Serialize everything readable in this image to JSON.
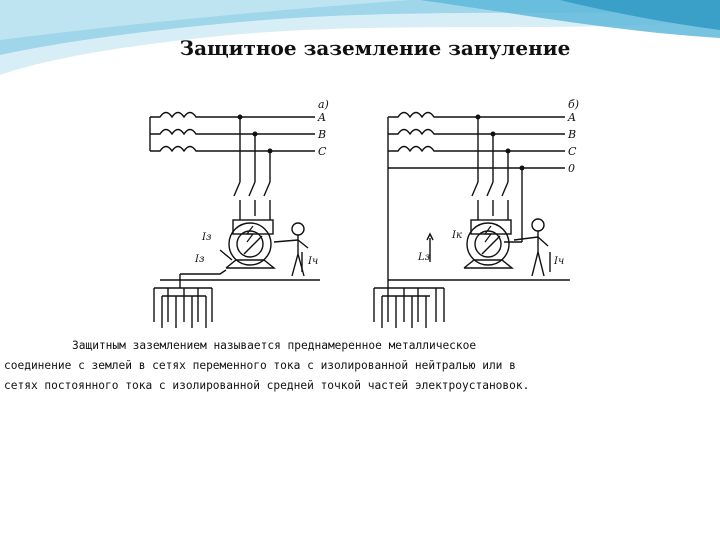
{
  "slide": {
    "title": "Защитное заземление зануление",
    "paragraph_lines": [
      "Защитным заземлением называется преднамеренное металлическое",
      "соединение с землей в сетях переменного тока с изолированной нейтралью или в",
      "сетях постоянного тока с изолированной средней точкой частей электроустановок."
    ]
  },
  "diagram": {
    "panel_a": {
      "tag": "а)",
      "phases": [
        "A",
        "B",
        "C"
      ],
      "current_labels": [
        "Iз",
        "Iз",
        "Iч"
      ]
    },
    "panel_b": {
      "tag": "б)",
      "phases": [
        "A",
        "B",
        "C",
        "0"
      ],
      "current_labels": [
        "Iк",
        "Lз",
        "Iч"
      ]
    }
  },
  "colors": {
    "wave_light": "#d8eef6",
    "wave_mid": "#9fd6ea",
    "wave_dark": "#3aa0c8",
    "ink": "#111111"
  }
}
